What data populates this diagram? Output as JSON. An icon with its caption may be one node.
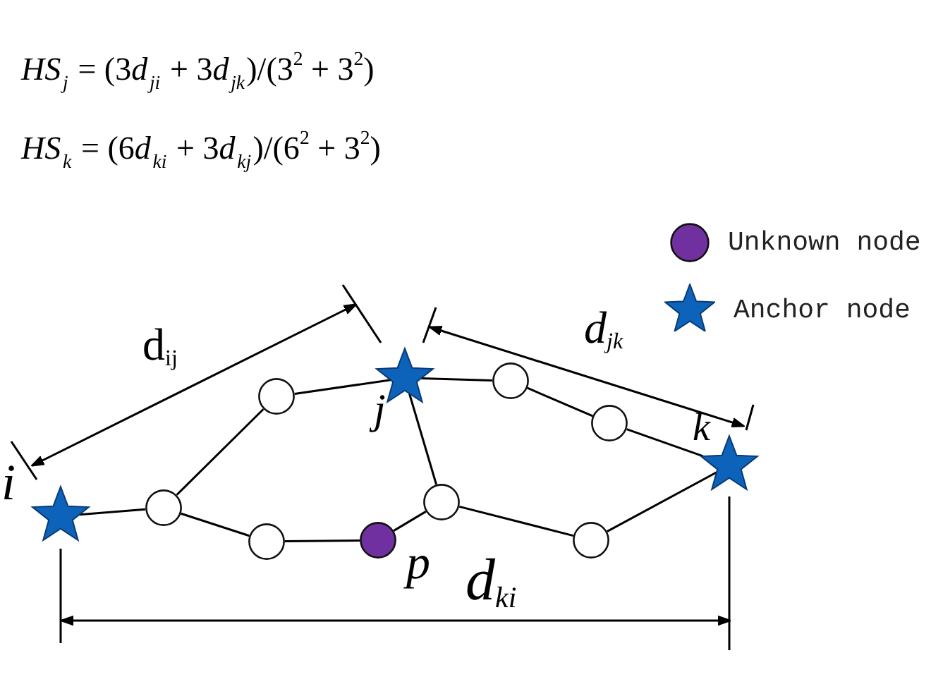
{
  "diagram": {
    "nodes": [
      {
        "text": [],
        "shape": "star",
        "beside": [
          "i"
        ]
      },
      {
        "text": [],
        "shape": "star",
        "beside": [
          "j"
        ]
      },
      {
        "text": [],
        "shape": "star",
        "beside": [
          "k"
        ]
      },
      {
        "text": [],
        "shape": "circle",
        "beside": [
          "p"
        ]
      },
      {
        "text": [],
        "shape": "circle"
      },
      {
        "text": [],
        "shape": "circle"
      },
      {
        "text": [],
        "shape": "circle"
      },
      {
        "text": [],
        "shape": "circle"
      },
      {
        "text": [],
        "shape": "circle"
      },
      {
        "text": [],
        "shape": "circle"
      },
      {
        "text": [],
        "shape": "circle"
      }
    ],
    "edges": [
      {
        "from": 0,
        "to": 5,
        "arrow": "none"
      },
      {
        "from": 5,
        "to": 4,
        "arrow": "none"
      },
      {
        "from": 4,
        "to": 1,
        "arrow": "none"
      },
      {
        "from": 5,
        "to": 6,
        "arrow": "none"
      },
      {
        "from": 6,
        "to": 3,
        "arrow": "none"
      },
      {
        "from": 3,
        "to": 9,
        "arrow": "none"
      },
      {
        "from": 9,
        "to": 1,
        "arrow": "none"
      },
      {
        "from": 1,
        "to": 7,
        "arrow": "none"
      },
      {
        "from": 7,
        "to": 8,
        "arrow": "none"
      },
      {
        "from": 8,
        "to": 2,
        "arrow": "none"
      },
      {
        "from": 9,
        "to": 10,
        "arrow": "none"
      },
      {
        "from": 10,
        "to": 2,
        "arrow": "none"
      }
    ],
    "labels": [
      "HS$_{j}$ = (3d$_{ji}$ + 3d$_{jk}$)/(3$^{2}$ + 3$^{2}$)",
      "HS$_{k}$ = (6d$_{ki}$ + 3d$_{kj}$)/(6$^{2}$ + 3$^{2}$)",
      "d$_{ij}$",
      "d$_{jk}$",
      "d$_{ki}$"
    ],
    "legend": [
      {
        "text": "Unknown node"
      },
      {
        "text": "Anchor node"
      }
    ]
  }
}
